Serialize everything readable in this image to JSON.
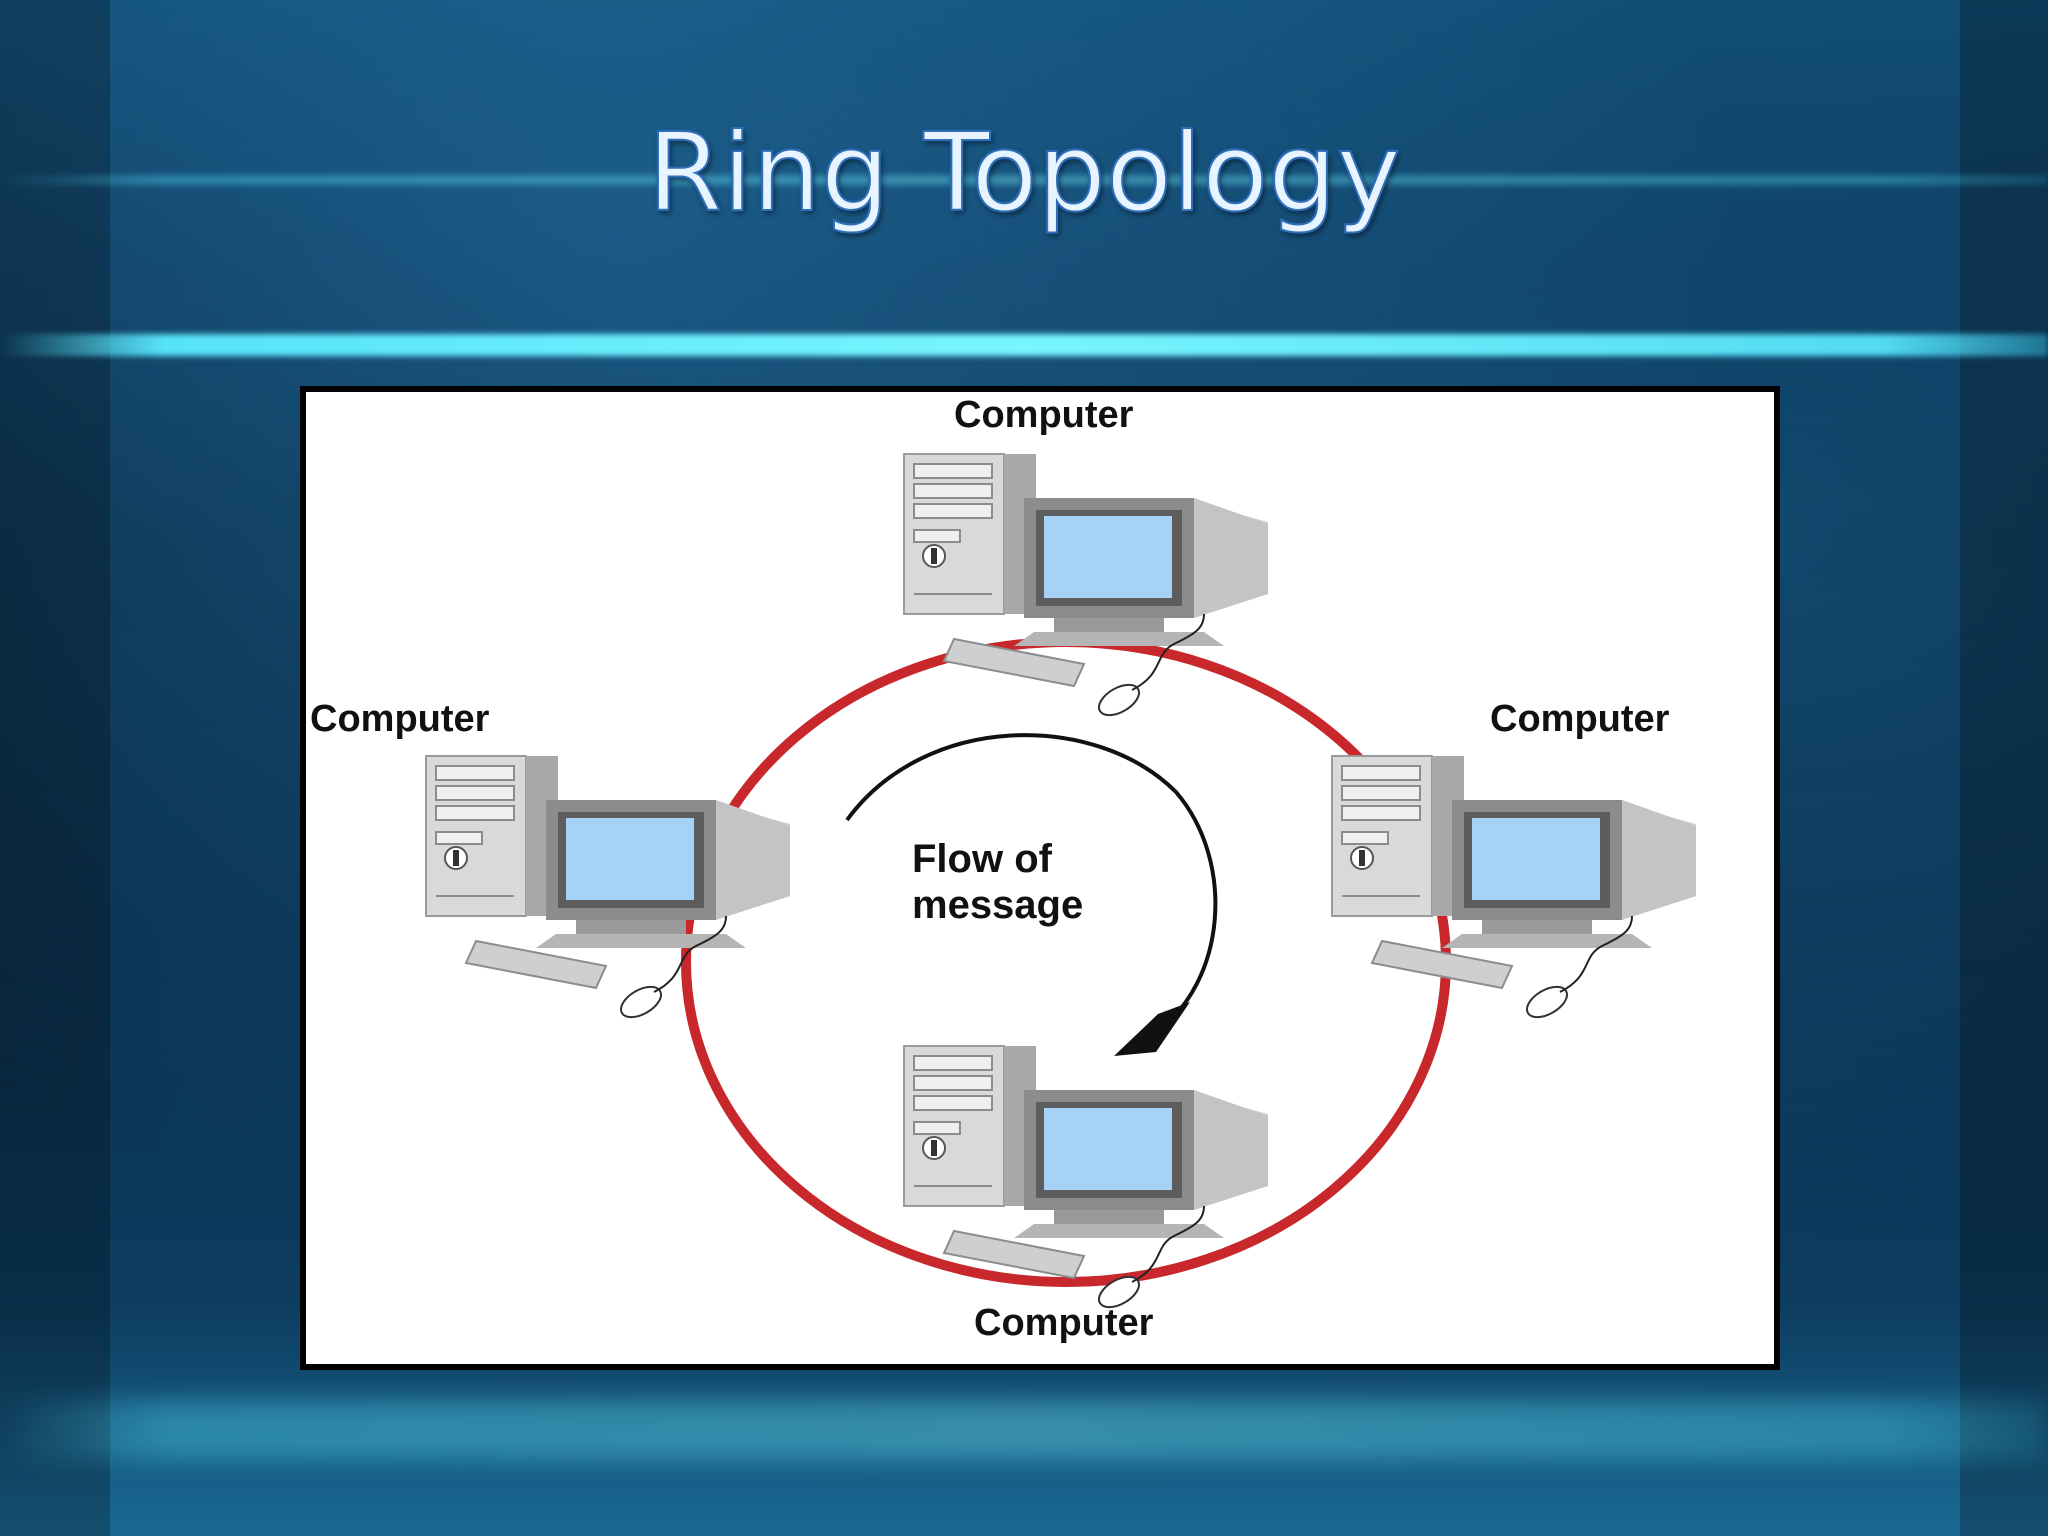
{
  "slide": {
    "title": "Ring Topology"
  },
  "diagram": {
    "nodes": [
      {
        "id": "top",
        "label": "Computer"
      },
      {
        "id": "left",
        "label": "Computer"
      },
      {
        "id": "right",
        "label": "Computer"
      },
      {
        "id": "bottom",
        "label": "Computer"
      }
    ],
    "flow_label_line1": "Flow of",
    "flow_label_line2": "message",
    "ring_color": "#c8282b",
    "screen_color": "#a7d2f7"
  }
}
